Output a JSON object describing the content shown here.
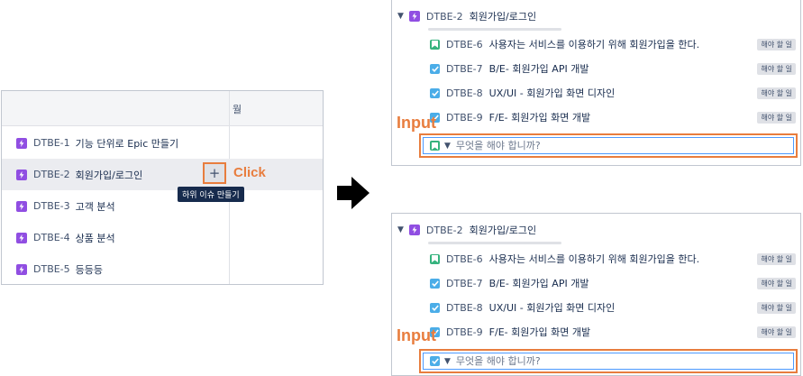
{
  "left": {
    "column_header": "월",
    "rows": [
      {
        "key": "DTBE-1",
        "title": "기능 단위로 Epic 만들기"
      },
      {
        "key": "DTBE-2",
        "title": "회원가입/로그인"
      },
      {
        "key": "DTBE-3",
        "title": "고객 분석"
      },
      {
        "key": "DTBE-4",
        "title": "상품 분석"
      },
      {
        "key": "DTBE-5",
        "title": "등등등"
      }
    ],
    "plus_button": "+",
    "click_annotation": "Click",
    "tooltip": "하위 이슈 만들기"
  },
  "panel1": {
    "epic_key": "DTBE-2",
    "epic_title": "회원가입/로그인",
    "children": [
      {
        "key": "DTBE-6",
        "summary": "사용자는 서비스를 이용하기 위해 회원가입을 한다.",
        "status": "해야 할 일",
        "type": "story"
      },
      {
        "key": "DTBE-7",
        "summary": "B/E- 회원가입 API 개발",
        "status": "해야 할 일",
        "type": "task"
      },
      {
        "key": "DTBE-8",
        "summary": "UX/UI - 회원가입 화면 디자인",
        "status": "해야 할 일",
        "type": "task"
      },
      {
        "key": "DTBE-9",
        "summary": "F/E- 회원가입 화면 개발",
        "status": "해야 할 일",
        "type": "task"
      }
    ],
    "input_placeholder": "무엇을 해야 합니까?",
    "input_annotation": "Input",
    "input_issue_type": "story"
  },
  "panel2": {
    "epic_key": "DTBE-2",
    "epic_title": "회원가입/로그인",
    "children": [
      {
        "key": "DTBE-6",
        "summary": "사용자는 서비스를 이용하기 위해 회원가입을 한다.",
        "status": "해야 할 일",
        "type": "story"
      },
      {
        "key": "DTBE-7",
        "summary": "B/E- 회원가입 API 개발",
        "status": "해야 할 일",
        "type": "task"
      },
      {
        "key": "DTBE-8",
        "summary": "UX/UI - 회원가입 화면 디자인",
        "status": "해야 할 일",
        "type": "task"
      },
      {
        "key": "DTBE-9",
        "summary": "F/E- 회원가입 화면 개발",
        "status": "해야 할 일",
        "type": "task"
      }
    ],
    "input_placeholder": "무엇을 해야 합니까?",
    "input_annotation": "Input",
    "input_issue_type": "task"
  },
  "colors": {
    "annotation": "#e87d3e",
    "epic": "#904ee2",
    "story": "#36b37e",
    "task": "#4bade8"
  }
}
